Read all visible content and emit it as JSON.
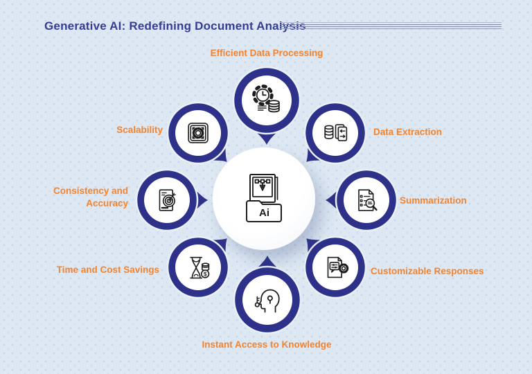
{
  "title": "Generative AI: Redefining Document Analysis",
  "colors": {
    "navy": "#2d3189",
    "orange": "#f5832e",
    "background": "#dde8f3",
    "dot": "#c7d9eb",
    "title": "#353c94",
    "icon_ink": "#1d1d1f",
    "hub_fill": "#ffffff"
  },
  "center": {
    "name": "document-analysis-ai-hub",
    "label": "Ai"
  },
  "glyphs": {
    "dollar": "$"
  },
  "items": [
    {
      "id": "efficient-data-processing",
      "label": "Efficient Data Processing",
      "icon": "gear-clock-database-icon",
      "position": "top"
    },
    {
      "id": "data-extraction",
      "label": "Data Extraction",
      "icon": "database-transfer-icon",
      "position": "top-right"
    },
    {
      "id": "summarization",
      "label": "Summarization",
      "icon": "document-magnifier-icon",
      "position": "right"
    },
    {
      "id": "customizable-responses",
      "label": "Customizable Responses",
      "icon": "document-gear-chat-icon",
      "position": "bottom-right"
    },
    {
      "id": "instant-access-to-knowledge",
      "label": "Instant Access to Knowledge",
      "icon": "head-key-icon",
      "position": "bottom"
    },
    {
      "id": "time-and-cost-savings",
      "label": "Time and Cost Savings",
      "icon": "hourglass-coins-icon",
      "position": "bottom-left"
    },
    {
      "id": "consistency-and-accuracy",
      "label": "Consistency and Accuracy",
      "icon": "document-target-dart-icon",
      "position": "left"
    },
    {
      "id": "scalability",
      "label": "Scalability",
      "icon": "expand-gear-icon",
      "position": "top-left"
    }
  ]
}
